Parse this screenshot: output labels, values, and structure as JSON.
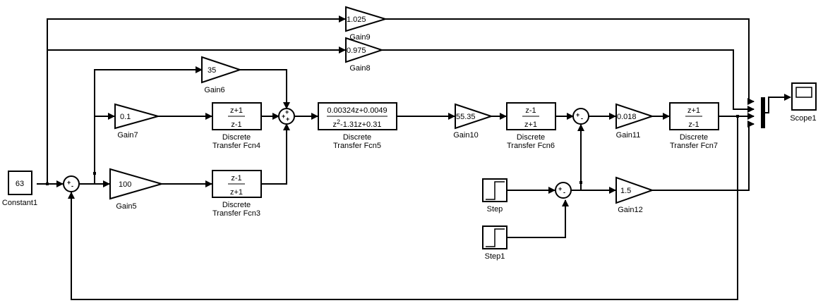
{
  "diagram": {
    "type": "simulink-block-diagram",
    "blocks": {
      "constant1": {
        "name": "Constant1",
        "value": "63"
      },
      "gain5": {
        "name": "Gain5",
        "value": "100"
      },
      "gain6": {
        "name": "Gain6",
        "value": "35"
      },
      "gain7": {
        "name": "Gain7",
        "value": "0.1"
      },
      "gain8": {
        "name": "Gain8",
        "value": "0.975"
      },
      "gain9": {
        "name": "Gain9",
        "value": "1.025"
      },
      "gain10": {
        "name": "Gain10",
        "value": "55.35"
      },
      "gain11": {
        "name": "Gain11",
        "value": "0.018"
      },
      "gain12": {
        "name": "Gain12",
        "value": "1.5"
      },
      "dtf3": {
        "name_line1": "Discrete",
        "name_line2": "Transfer Fcn3",
        "num": "z-1",
        "den": "z+1"
      },
      "dtf4": {
        "name_line1": "Discrete",
        "name_line2": "Transfer Fcn4",
        "num": "z+1",
        "den": "z-1"
      },
      "dtf5": {
        "name_line1": "Discrete",
        "name_line2": "Transfer Fcn5",
        "num": "0.00324z+0.0049",
        "den_pre": "z",
        "den_sup": "2",
        "den_post": "-1.31z+0.31"
      },
      "dtf6": {
        "name_line1": "Discrete",
        "name_line2": "Transfer Fcn6",
        "num": "z-1",
        "den": "z+1"
      },
      "dtf7": {
        "name_line1": "Discrete",
        "name_line2": "Transfer Fcn7",
        "num": "z+1",
        "den": "z-1"
      },
      "step": {
        "name": "Step"
      },
      "step1": {
        "name": "Step1"
      },
      "scope1": {
        "name": "Scope1"
      },
      "sum_main": {
        "signs": "+-"
      },
      "sum_mid": {
        "signs": "+++"
      },
      "sum_right": {
        "signs": "+-"
      },
      "sum_step": {
        "signs": "+-"
      }
    }
  }
}
